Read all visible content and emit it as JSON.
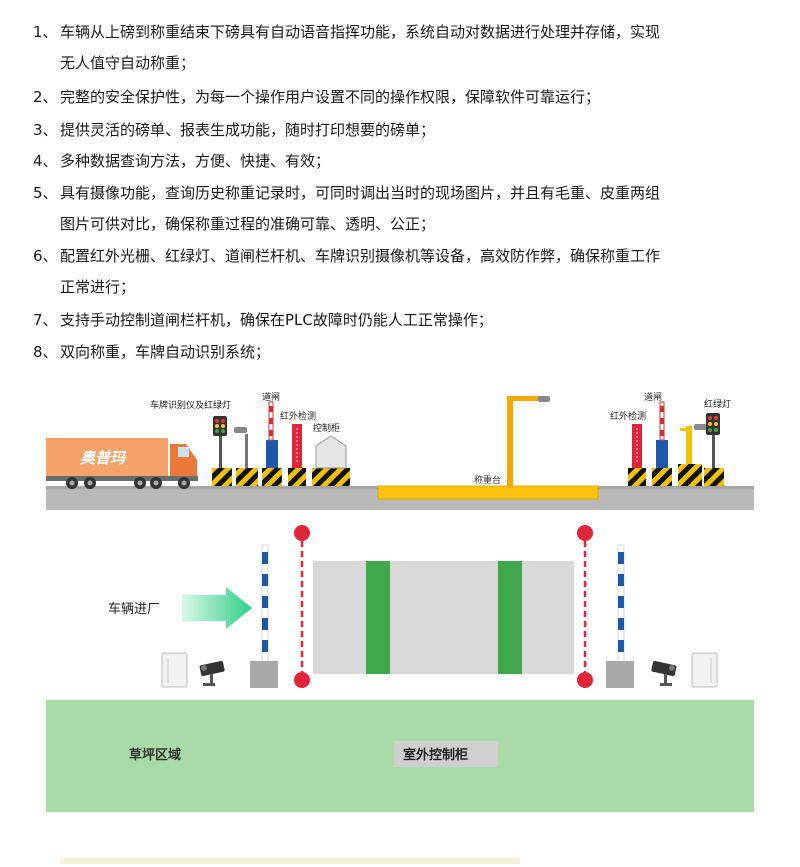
{
  "features": [
    {
      "num": "1、",
      "line1": "车辆从上磅到称重结束下磅具有自动语音指挥功能，系统自动对数据进行处理并存储，实现",
      "line2": "无人值守自动称重；"
    },
    {
      "num": "2、",
      "line1": "完整的安全保护性，为每一个操作用户设置不同的操作权限，保障软件可靠运行；",
      "line2": ""
    },
    {
      "num": "3、",
      "line1": "提供灵活的磅单、报表生成功能，随时打印想要的磅单；",
      "line2": ""
    },
    {
      "num": "4、",
      "line1": "多种数据查询方法，方便、快捷、有效；",
      "line2": ""
    },
    {
      "num": "5、",
      "line1": "具有摄像功能，查询历史称重记录时，可同时调出当时的现场图片，并且有毛重、皮重两组",
      "line2": "图片可供对比，确保称重过程的准确可靠、透明、公正；"
    },
    {
      "num": "6、",
      "line1": "配置红外光栅、红绿灯、道闸栏杆机、车牌识别摄像机等设备，高效防作弊，确保称重工作",
      "line2": "正常进行；"
    },
    {
      "num": "7、",
      "line1": "支持手动控制道闸栏杆机，确保在PLC故障时仍能人工正常操作；",
      "line2": ""
    },
    {
      "num": "8、",
      "line1": "双向称重，车牌自动识别系统；",
      "line2": ""
    }
  ],
  "side_view": {
    "truck_brand": "奥普玛",
    "label_plate_light": "车牌识别仪及红绿灯",
    "label_gate_left": "道闸",
    "label_ir_left": "红外检测",
    "label_cabinet": "控制柜",
    "label_scale": "称重台",
    "label_gate_right": "道闸",
    "label_ir_right": "红外检测",
    "label_light_right": "红绿灯"
  },
  "top_view": {
    "entry_label": "车辆进厂",
    "lawn_label": "草坪区域",
    "outdoor_cabinet_label": "室外控制柜"
  },
  "colors": {
    "road": "#b9b9b9",
    "scale_plate": "#ffc20e",
    "truck_cargo": "#f5a36b",
    "lawn": "#a8dba8",
    "arrow": "#3ecf8e",
    "ir_red": "#e0243a",
    "gate_blue": "#1d59a8",
    "platform": "#d8d8d8",
    "platform_green": "#3ea84a"
  }
}
